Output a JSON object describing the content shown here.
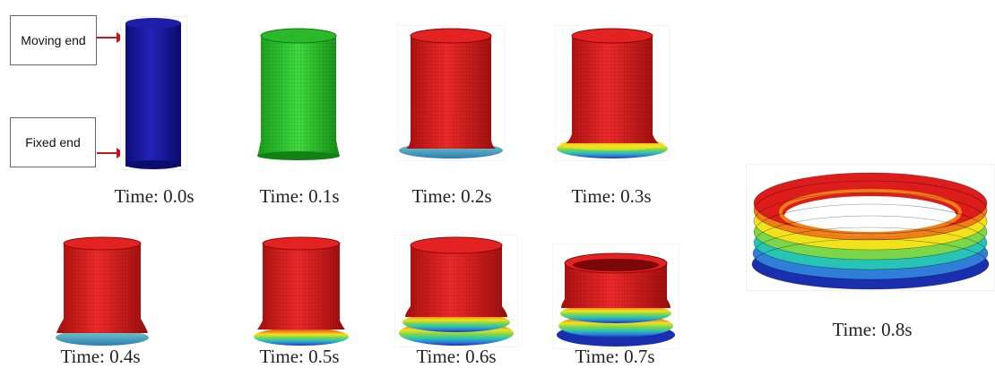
{
  "labels": {
    "moving_end": "Moving end",
    "fixed_end": "Fixed end"
  },
  "captions": [
    "Time: 0.0s",
    "Time: 0.1s",
    "Time: 0.2s",
    "Time: 0.3s",
    "Time: 0.4s",
    "Time: 0.5s",
    "Time: 0.6s",
    "Time: 0.7s",
    "Time: 0.8s"
  ],
  "colors": {
    "tube_initial": "#1a1aa6",
    "tube_t01": "#2fc52f",
    "tube_deformed": "#dd1c1c",
    "arrow": "#c0181b",
    "fold_gradient": [
      "#dd1c1c",
      "#f07d16",
      "#f2e21c",
      "#7bd64a",
      "#27c4b6",
      "#2f7fd9",
      "#1a2fb0"
    ]
  }
}
